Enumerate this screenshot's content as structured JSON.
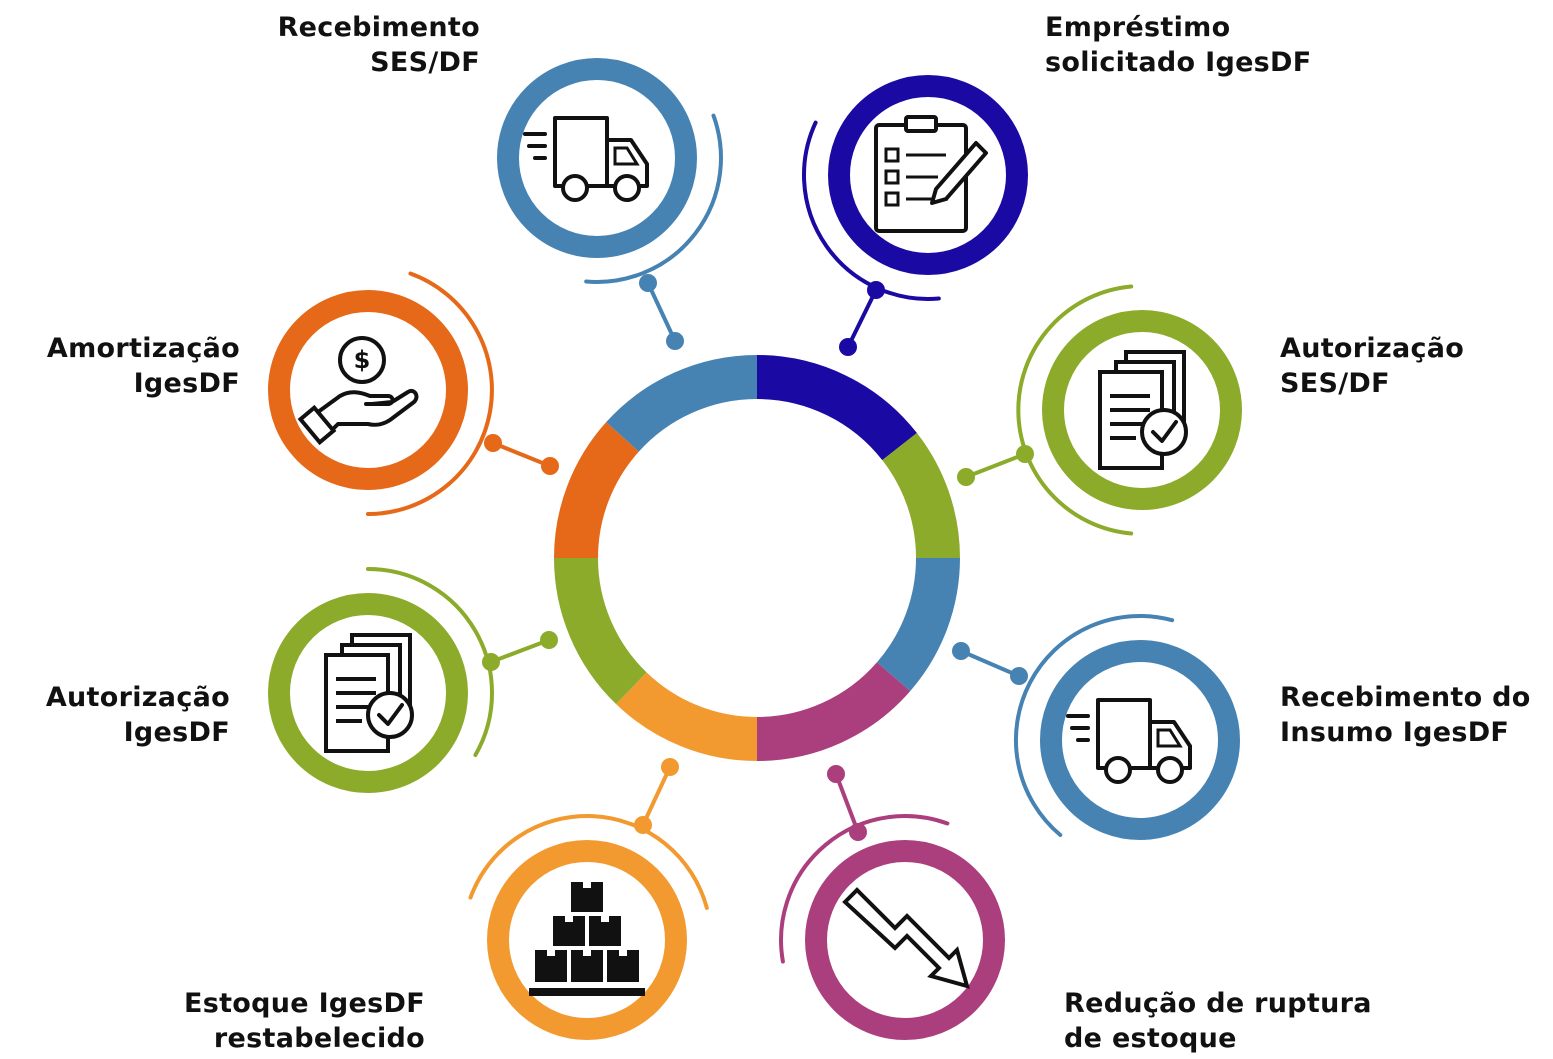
{
  "colors": {
    "steel_blue": "#4683b3",
    "navy": "#1a0aa3",
    "olive": "#8cab2b",
    "orange": "#e56918",
    "amber": "#f29a30",
    "magenta": "#ab3e7d",
    "icon": "#111111",
    "text": "#111111"
  },
  "ring_segments": [
    {
      "color_key": "navy",
      "order": 1
    },
    {
      "color_key": "olive",
      "order": 2
    },
    {
      "color_key": "steel_blue",
      "order": 3
    },
    {
      "color_key": "magenta",
      "order": 4
    },
    {
      "color_key": "amber",
      "order": 5
    },
    {
      "color_key": "olive",
      "order": 6
    },
    {
      "color_key": "orange",
      "order": 7
    },
    {
      "color_key": "steel_blue",
      "order": 8
    }
  ],
  "steps": [
    {
      "id": "recebimento-ses",
      "icon": "delivery-truck-icon",
      "color_key": "steel_blue",
      "line1": "Recebimento",
      "line2": "SES/DF"
    },
    {
      "id": "emprestimo",
      "icon": "clipboard-checklist-icon",
      "color_key": "navy",
      "line1": "Empréstimo",
      "line2": "solicitado IgesDF"
    },
    {
      "id": "autorizacao-ses",
      "icon": "document-approval-icon",
      "color_key": "olive",
      "line1": "Autorização",
      "line2": "SES/DF"
    },
    {
      "id": "recebimento-insumo",
      "icon": "delivery-truck-icon",
      "color_key": "steel_blue",
      "line1": "Recebimento do",
      "line2": "Insumo IgesDF"
    },
    {
      "id": "reducao-ruptura",
      "icon": "trend-down-arrow-icon",
      "color_key": "magenta",
      "line1": "Redução de ruptura",
      "line2": "de estoque"
    },
    {
      "id": "estoque-restabelecido",
      "icon": "boxes-pallet-icon",
      "color_key": "amber",
      "line1": "Estoque IgesDF",
      "line2": "restabelecido"
    },
    {
      "id": "autorizacao-igesdf",
      "icon": "document-approval-icon",
      "color_key": "olive",
      "line1": "Autorização",
      "line2": "IgesDF"
    },
    {
      "id": "amortizacao",
      "icon": "hand-coin-icon",
      "color_key": "orange",
      "line1": "Amortização",
      "line2": "IgesDF"
    }
  ]
}
